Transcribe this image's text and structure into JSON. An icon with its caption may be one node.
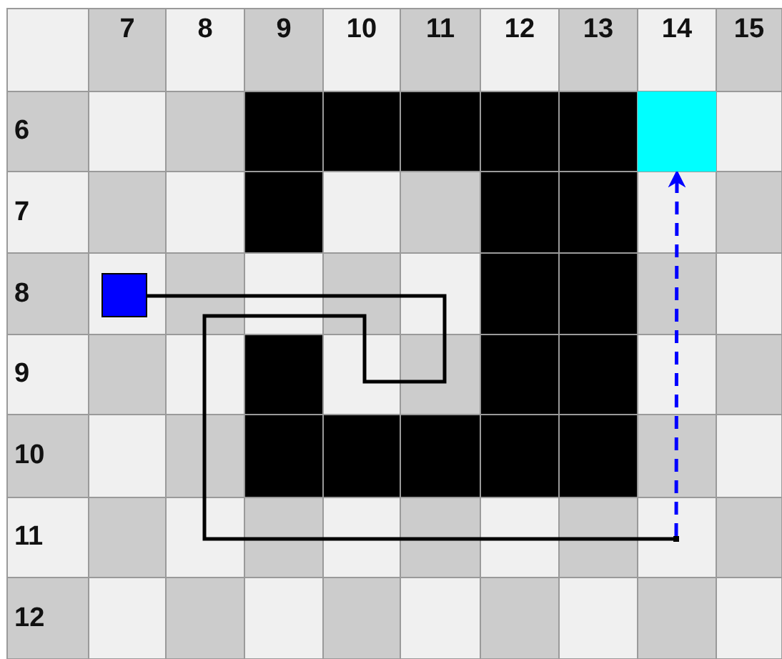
{
  "diagram": {
    "nodes": [
      {
        "text": [],
        "shape": "box"
      },
      {
        "text": [],
        "shape": "box"
      },
      {
        "text": [],
        "shape": "box"
      }
    ],
    "edges": [
      {
        "from": 0,
        "to": 2,
        "arrow": "none"
      },
      {
        "from": 2,
        "to": 1,
        "arrow": "to",
        "style": "dashed",
        "color": "#0000ff"
      }
    ],
    "labels": [
      "7",
      "8",
      "9",
      "10",
      "11",
      "12",
      "13",
      "14",
      "15",
      "6",
      "7",
      "8",
      "9",
      "10",
      "11",
      "12"
    ]
  }
}
